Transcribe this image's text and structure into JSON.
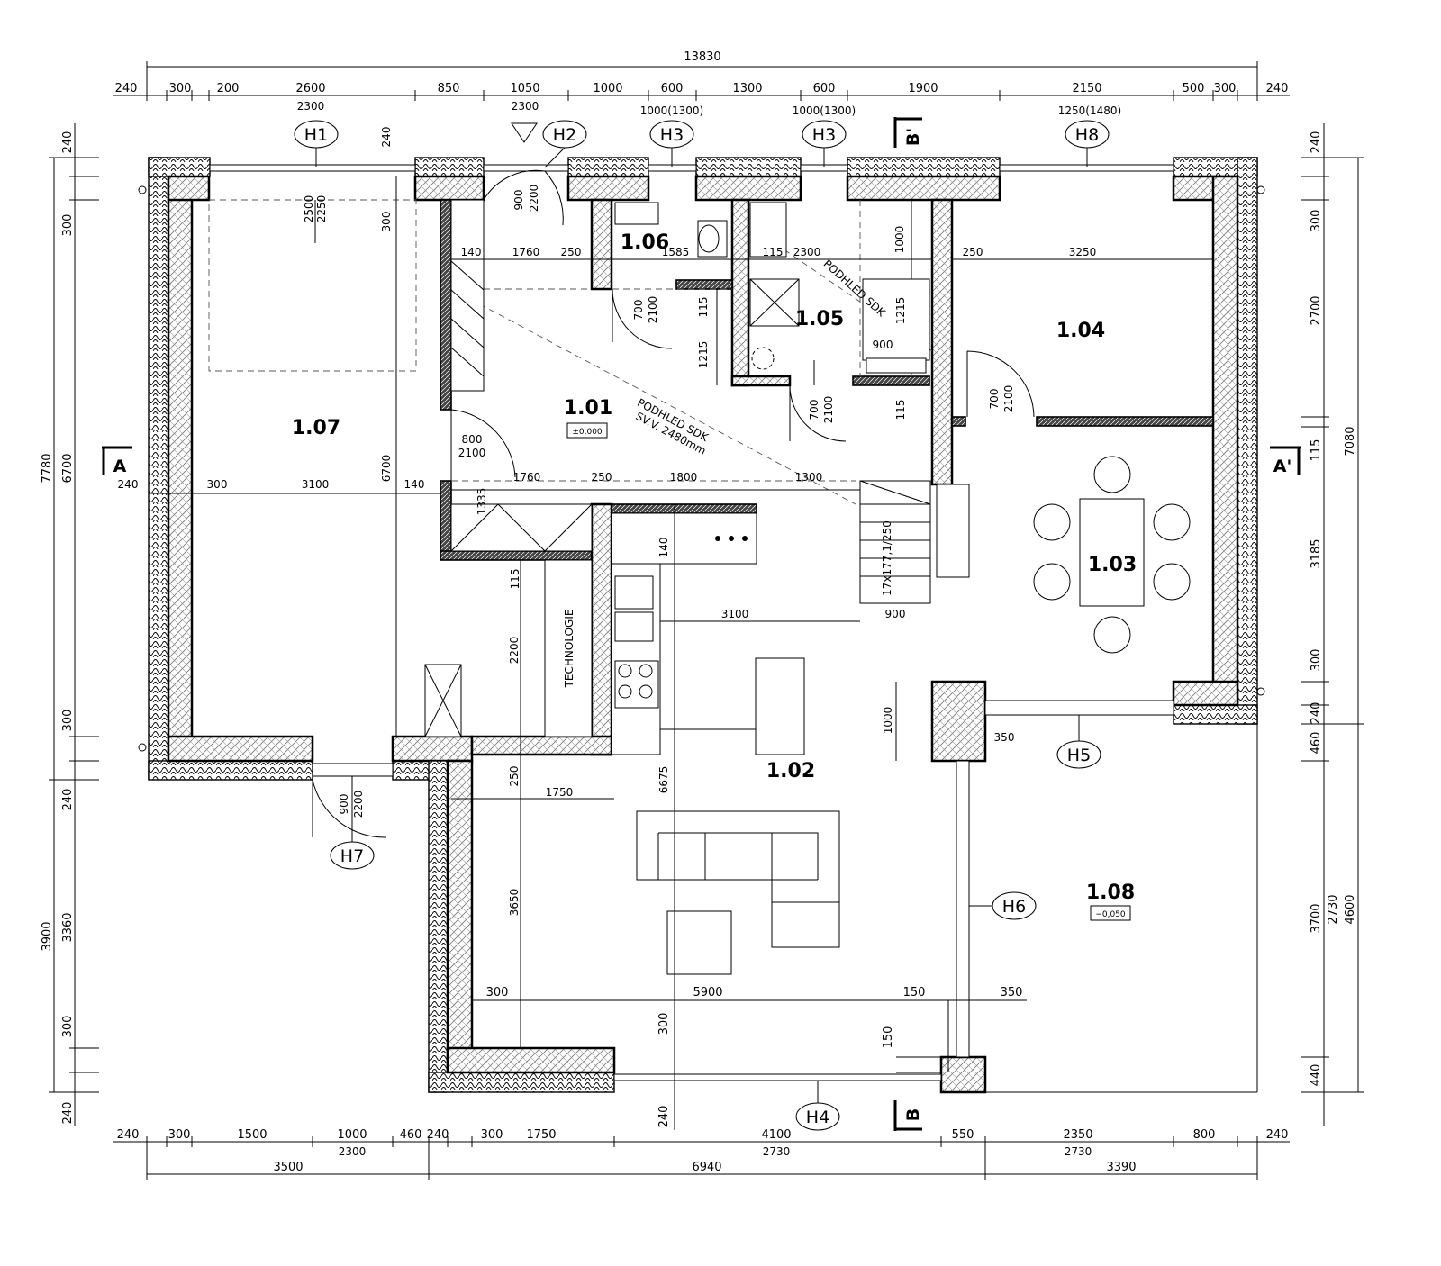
{
  "overall_dims": {
    "top_total": "13830",
    "bottom_total_left": "3500",
    "bottom_total_mid": "6940",
    "bottom_total_right": "3390",
    "left_total_a": "7780",
    "left_total_b": "3900",
    "right_total_a": "7080",
    "right_total_b": "4600"
  },
  "top_dims": [
    "240",
    "300",
    "200",
    "2600",
    "850",
    "1050",
    "1000",
    "600",
    "1300",
    "600",
    "1900",
    "2150",
    "500",
    "300",
    "240"
  ],
  "top_sub_dims": [
    "2300",
    "2300",
    "1000(1300)",
    "1000(1300)",
    "1250(1480)"
  ],
  "bottom_dims": [
    "240",
    "300",
    "1500",
    "1000",
    "460",
    "240",
    "300",
    "1750",
    "4100",
    "550",
    "2350",
    "800",
    "240"
  ],
  "bottom_sub_dims": [
    "2300",
    "2730",
    "2730"
  ],
  "left_dims": [
    "240",
    "300",
    "6700",
    "300",
    "240",
    "3360",
    "300",
    "240"
  ],
  "right_dims": [
    "240",
    "300",
    "2700",
    "115",
    "3185",
    "300",
    "240",
    "460",
    "3700",
    "2730",
    "440"
  ],
  "rooms": [
    {
      "id": "1.01",
      "level": "±0,000"
    },
    {
      "id": "1.02"
    },
    {
      "id": "1.03"
    },
    {
      "id": "1.04"
    },
    {
      "id": "1.05"
    },
    {
      "id": "1.06"
    },
    {
      "id": "1.07"
    },
    {
      "id": "1.08",
      "level": "−0,050"
    }
  ],
  "window_tags": [
    "H1",
    "H2",
    "H3",
    "H3",
    "H8",
    "H5",
    "H6",
    "H7",
    "H4"
  ],
  "section_marks": [
    "A",
    "A'",
    "B",
    "B'"
  ],
  "notes": {
    "ceiling_1": "PODHLED SDK",
    "ceiling_1_height": "SV.V. 2480mm",
    "ceiling_2": "PODHLED SDK",
    "technology": "TECHNOLOGIE",
    "stairs": "17x177,1/250"
  },
  "interior_dims": [
    "2500",
    "2250",
    "300",
    "240",
    "900",
    "2200",
    "140",
    "1760",
    "250",
    "1585",
    "115",
    "2300",
    "1000",
    "250",
    "3250",
    "700",
    "2100",
    "115",
    "1215",
    "1215",
    "900",
    "700",
    "2100",
    "700",
    "2100",
    "115",
    "800",
    "2100",
    "1760",
    "250",
    "1800",
    "1300",
    "240",
    "300",
    "3100",
    "6700",
    "140",
    "1335",
    "140",
    "115",
    "3100",
    "900",
    "2200",
    "1000",
    "350",
    "250",
    "1750",
    "6675",
    "3650",
    "300",
    "5900",
    "150",
    "350",
    "300",
    "150",
    "240",
    "900",
    "2200"
  ]
}
